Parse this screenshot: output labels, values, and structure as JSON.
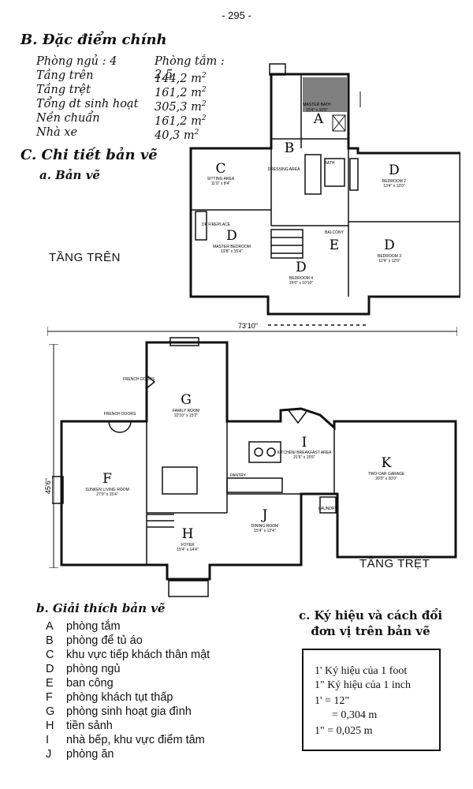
{
  "page_number": "- 295 -",
  "section_b": {
    "heading": "B. Đặc điểm chính",
    "rows": [
      {
        "label": "Phòng ngủ : 4",
        "value": "Phòng tắm : 2,5"
      },
      {
        "label": "Tầng trên",
        "value": "144,2 m",
        "sup": "2"
      },
      {
        "label": "Tầng trệt",
        "value": "161,2 m",
        "sup": "2"
      },
      {
        "label": "Tổng dt sinh hoạt",
        "value": "305,3 m",
        "sup": "2"
      },
      {
        "label": "Nền chuẩn",
        "value": "161,2 m",
        "sup": "2"
      },
      {
        "label": "Nhà xe",
        "value": "40,3 m",
        "sup": "2"
      }
    ]
  },
  "section_c": {
    "heading": "C. Chi tiết bản vẽ",
    "sub_a": "a. Bản vẽ",
    "upper_floor_label": "TẦNG TRÊN",
    "ground_floor_label": "TẦNG TRỆT",
    "width_dim": "73'10\"",
    "depth_dim": "45'6\""
  },
  "upper_plan": {
    "letters": [
      "A",
      "B",
      "C",
      "D",
      "D",
      "D",
      "D",
      "E"
    ],
    "rooms": [
      {
        "name": "MASTER BATH",
        "dim": "15'4\" x 10'8\""
      },
      {
        "name": "SITTING AREA",
        "dim": "11'0\" x 8'4\""
      },
      {
        "name": "BEDROOM 2",
        "dim": "13'4\" x 13'0\""
      },
      {
        "name": "MASTER BEDROOM",
        "dim": "19'8\" x 15'4\""
      },
      {
        "name": "BEDROOM 3",
        "dim": "12'4\" x 12'0\""
      },
      {
        "name": "BEDROOM 4",
        "dim": "15'0\" x 10'10\""
      }
    ],
    "small_labels": [
      "BATH",
      "BALCONY",
      "DRESSING AREA",
      "DP FIREPLACE"
    ]
  },
  "ground_plan": {
    "letters": [
      "F",
      "G",
      "H",
      "I",
      "J",
      "K"
    ],
    "rooms": [
      {
        "name": "FAMILY ROOM",
        "dim": "22'10\" x 15'2\""
      },
      {
        "name": "SUNKEN LIVING ROOM",
        "dim": "27'0\" x 15'4\""
      },
      {
        "name": "KITCHEN/ BREAKFAST AREA",
        "dim": "21'6\" x 15'6\""
      },
      {
        "name": "TWO-CAR GARAGE",
        "dim": "20'0\" x 20'0\""
      },
      {
        "name": "DINING ROOM",
        "dim": "15'4\" x 13'4\""
      },
      {
        "name": "FOYER",
        "dim": "15'4\" x 14'4\""
      }
    ],
    "small_labels": [
      "FRENCH DOORS",
      "FRENCH DOORS",
      "LAUNDRY",
      "PANTRY"
    ]
  },
  "section_b_legend": {
    "heading": "b. Giải thích bản vẽ",
    "items": [
      {
        "key": "A",
        "text": "phòng tắm"
      },
      {
        "key": "B",
        "text": "phòng để tủ áo"
      },
      {
        "key": "C",
        "text": "khu vực tiếp khách thân mật"
      },
      {
        "key": "D",
        "text": "phòng ngủ"
      },
      {
        "key": "E",
        "text": "ban công"
      },
      {
        "key": "F",
        "text": "phòng khách tụt thấp"
      },
      {
        "key": "G",
        "text": "phòng sinh hoạt gia đình"
      },
      {
        "key": "H",
        "text": "tiền sảnh"
      },
      {
        "key": "I",
        "text": "nhà bếp, khu vực điểm tâm"
      },
      {
        "key": "J",
        "text": "phòng ăn"
      }
    ]
  },
  "section_units": {
    "heading_line1": "c. Ký hiệu và cách đổi",
    "heading_line2": "đơn vị trên bản vẽ",
    "rows": [
      "1' Ký hiệu của 1 foot",
      "1\" Ký hiệu của 1 inch",
      "1' = 12\"",
      "= 0,304 m",
      "1\" = 0,025 m"
    ]
  }
}
